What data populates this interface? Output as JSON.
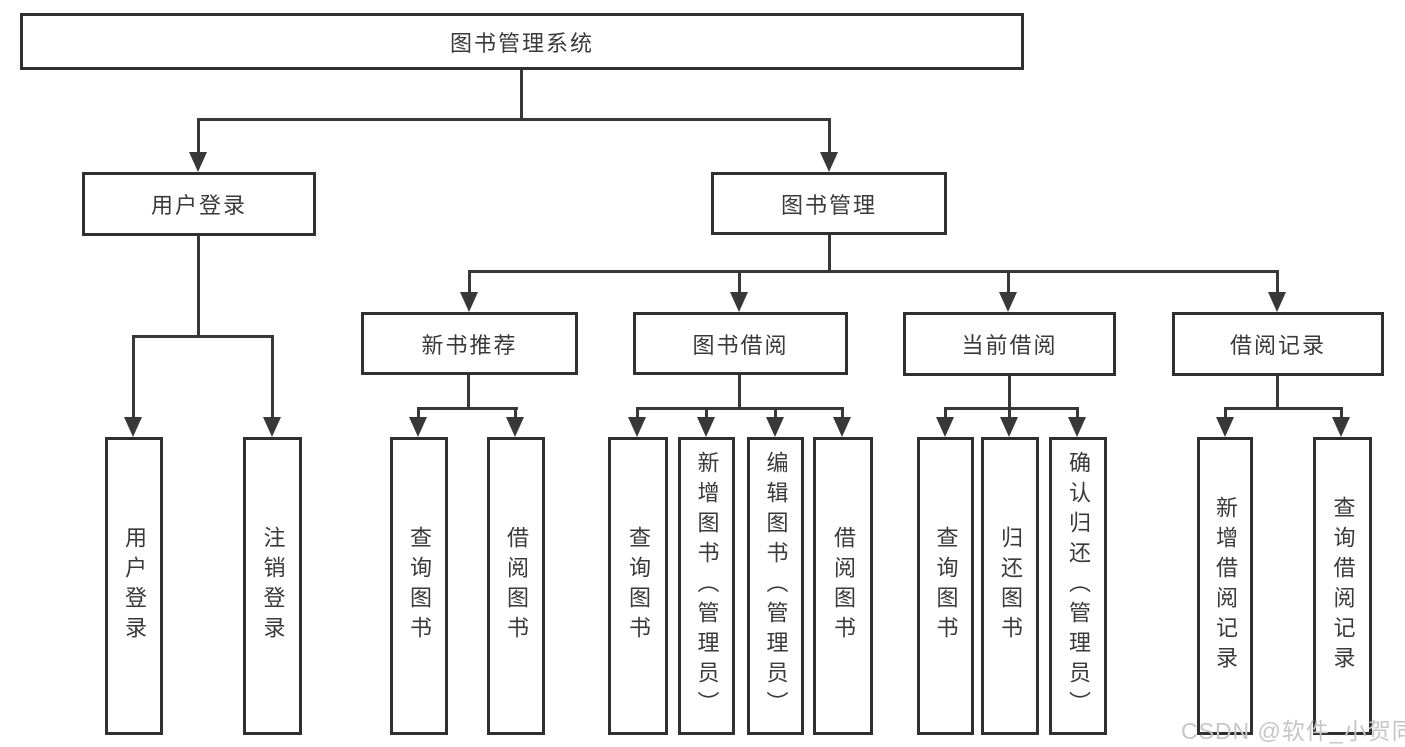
{
  "diagram": {
    "root": "图书管理系统",
    "level2": {
      "user_login": "用户登录",
      "book_management": "图书管理"
    },
    "user_login_children": [
      "用户登录",
      "注销登录"
    ],
    "modules": [
      {
        "label": "新书推荐",
        "children": [
          "查询图书",
          "借阅图书"
        ]
      },
      {
        "label": "图书借阅",
        "children": [
          "查询图书",
          "新增图书（管理员）",
          "编辑图书（管理员）",
          "借阅图书"
        ]
      },
      {
        "label": "当前借阅",
        "children": [
          "查询图书",
          "归还图书",
          "确认归还（管理员）"
        ]
      },
      {
        "label": "借阅记录",
        "children": [
          "新增借阅记录",
          "查询借阅记录"
        ]
      }
    ]
  },
  "watermark": "CSDN @软件_小贺同学",
  "colors": {
    "line": "#383838",
    "box_border": "#2f2f2f",
    "text": "#3a3a3a",
    "watermark": "#c6c6c6",
    "background": "#ffffff"
  }
}
